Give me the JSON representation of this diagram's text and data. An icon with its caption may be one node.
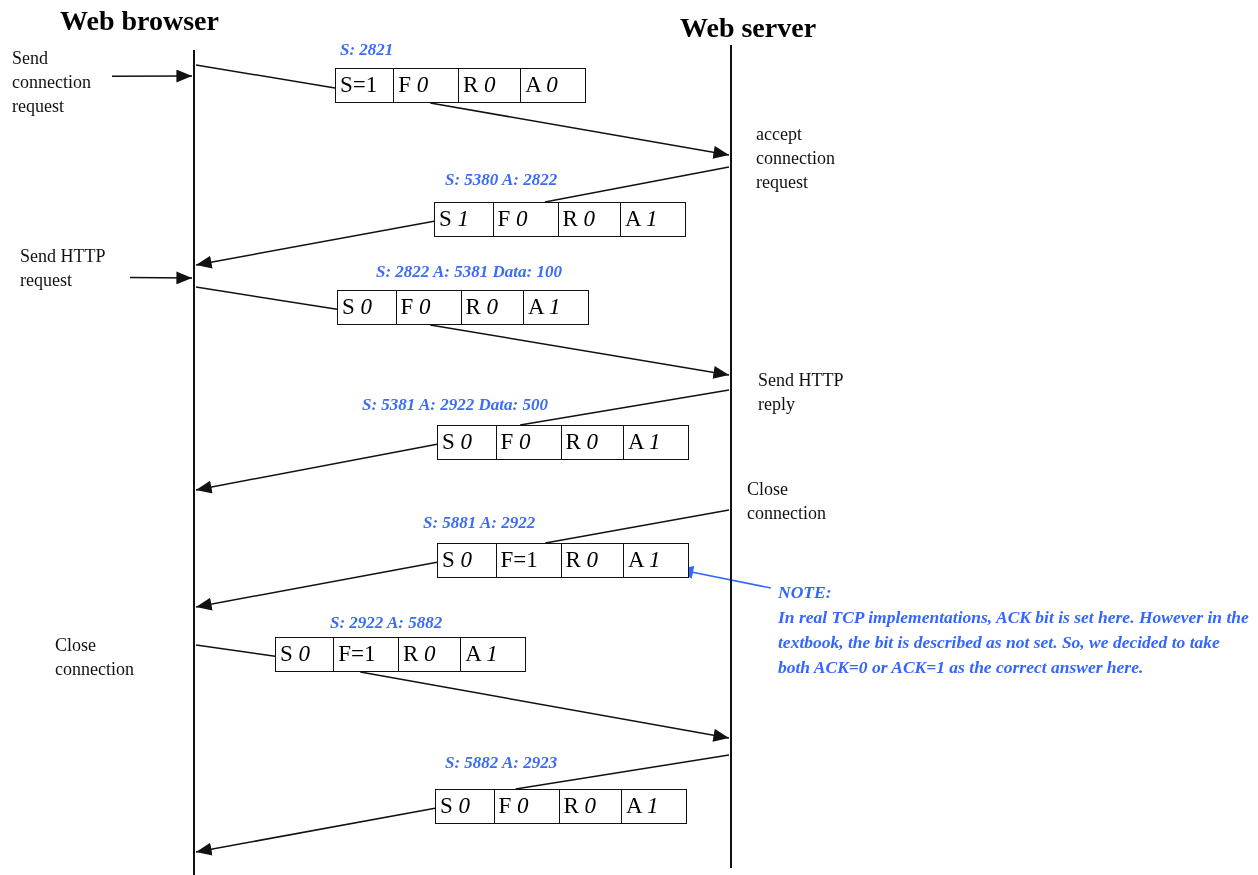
{
  "diagram": {
    "nodes": [
      {
        "text": [
          "Web browser"
        ]
      },
      {
        "text": [
          "Web server"
        ]
      },
      {
        "text": [
          "Send connection request"
        ]
      },
      {
        "text": [
          "S: 2821",
          "S=1",
          "F *0*",
          "R *0*",
          "A *0*"
        ]
      },
      {
        "text": [
          "S: 5380 A: 2822",
          "S *1*",
          "F *0*",
          "R *0*",
          "A *1*"
        ]
      },
      {
        "text": [
          "Send HTTP request"
        ]
      },
      {
        "text": [
          "S: 2822 A: 5381 Data: 100",
          "S *0*",
          "F *0*",
          "R *0*",
          "A *1*"
        ]
      },
      {
        "text": [
          "S: 5381 A: 2922 Data: 500",
          "S *0*",
          "F *0*",
          "R *0*",
          "A *1*"
        ]
      },
      {
        "text": [
          "S: 5881 A: 2922",
          "S *0*",
          "F=1",
          "R *0*",
          "A *1*"
        ]
      },
      {
        "text": [
          "NOTE:",
          "In real TCP implementations, ACK bit is set here. However in the textbook, the bit is described as not set. So, we decided to take both ACK=0 or ACK=1 as the correct answer here."
        ]
      },
      {
        "text": [
          "S: 2922 A: 5882",
          "S *0*",
          "F=1",
          "R *0*",
          "A *1*"
        ]
      },
      {
        "text": [
          "S: 5882 A: 2923",
          "S *0*",
          "F *0*",
          "R *0*",
          "A *1*"
        ]
      }
    ],
    "edges": [
      {
        "from": 2,
        "to": 0,
        "arrow": "to"
      },
      {
        "from": 0,
        "to": 3,
        "arrow": "none"
      },
      {
        "from": 3,
        "to": 1,
        "arrow": "to"
      },
      {
        "from": 1,
        "to": 4,
        "arrow": "none"
      },
      {
        "from": 4,
        "to": 0,
        "arrow": "to"
      },
      {
        "from": 5,
        "to": 0,
        "arrow": "to"
      },
      {
        "from": 0,
        "to": 6,
        "arrow": "none"
      },
      {
        "from": 6,
        "to": 1,
        "arrow": "to"
      },
      {
        "from": 1,
        "to": 7,
        "arrow": "none"
      },
      {
        "from": 7,
        "to": 0,
        "arrow": "to"
      },
      {
        "from": 1,
        "to": 8,
        "arrow": "none"
      },
      {
        "from": 8,
        "to": 0,
        "arrow": "to"
      },
      {
        "from": 9,
        "to": 8,
        "arrow": "to",
        "color": "#3366ff"
      },
      {
        "from": 0,
        "to": 10,
        "arrow": "none"
      },
      {
        "from": 10,
        "to": 1,
        "arrow": "to"
      },
      {
        "from": 1,
        "to": 11,
        "arrow": "none"
      },
      {
        "from": 11,
        "to": 0,
        "arrow": "to"
      }
    ],
    "labels": [
      "accept connection request",
      "Send HTTP reply",
      "Close connection",
      "Close connection"
    ]
  }
}
